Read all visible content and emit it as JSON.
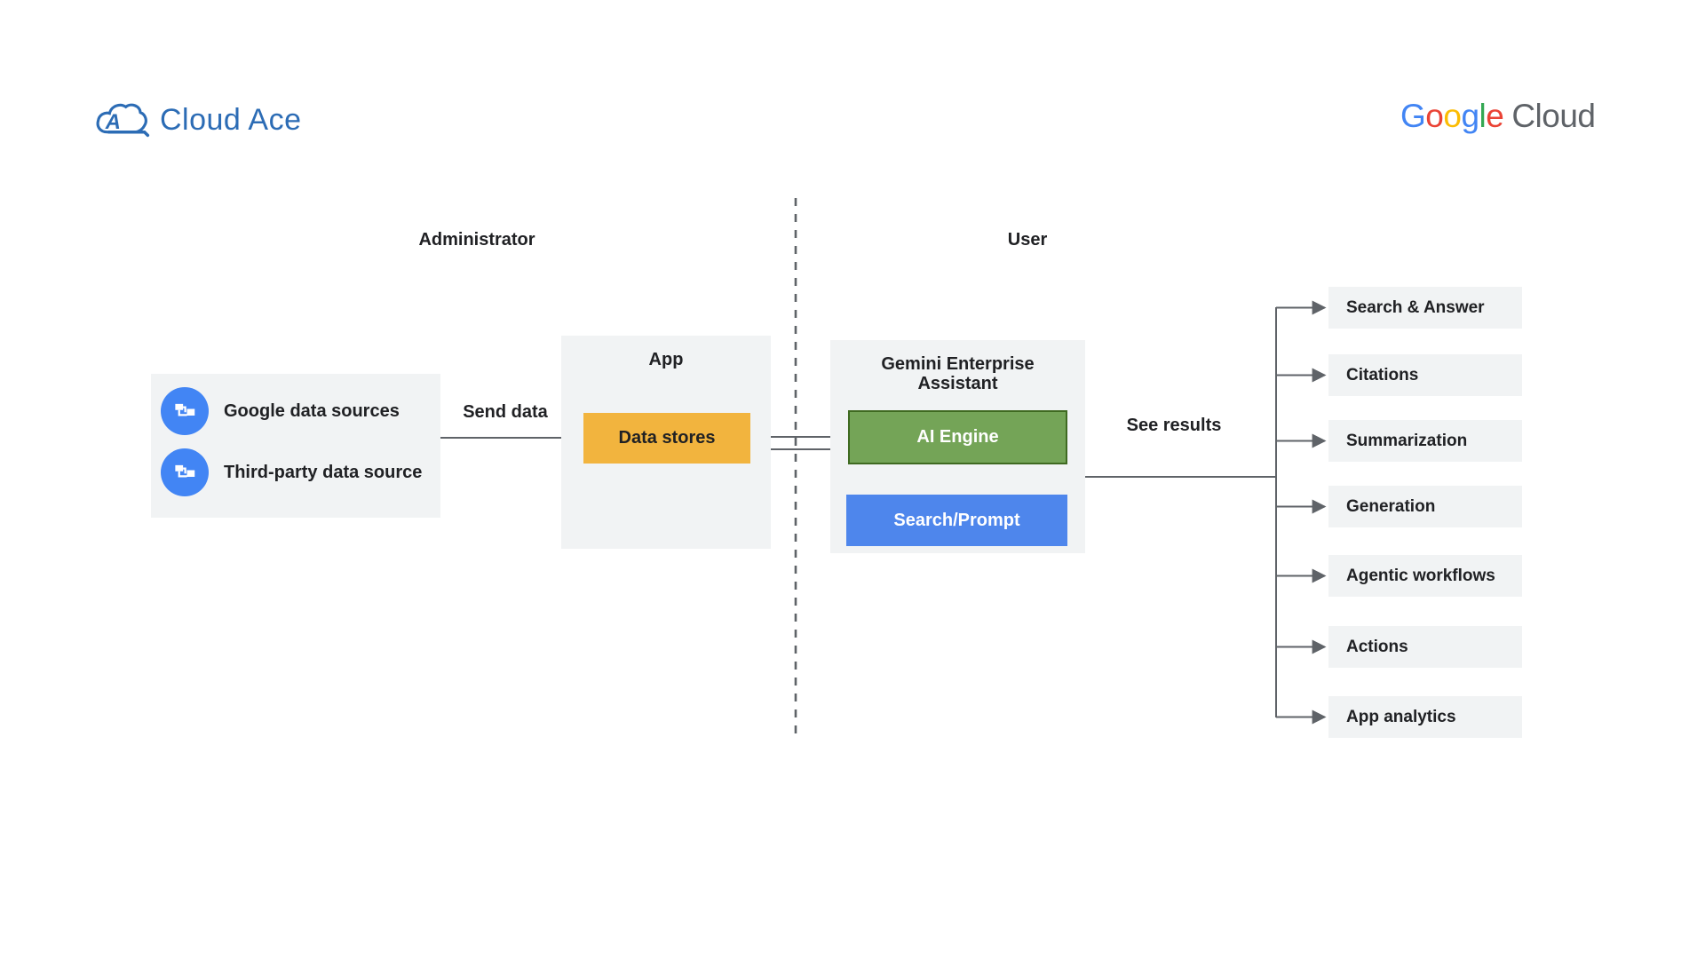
{
  "header": {
    "cloud_ace": "Cloud Ace",
    "google": {
      "letters": [
        {
          "char": "G",
          "color": "#4285F4"
        },
        {
          "char": "o",
          "color": "#EA4335"
        },
        {
          "char": "o",
          "color": "#FBBC04"
        },
        {
          "char": "g",
          "color": "#4285F4"
        },
        {
          "char": "l",
          "color": "#34A853"
        },
        {
          "char": "e",
          "color": "#EA4335"
        }
      ],
      "cloud_word": "Cloud"
    }
  },
  "zones": {
    "administrator": "Administrator",
    "user": "User"
  },
  "sources": {
    "items": [
      {
        "label": "Google data sources",
        "icon": "data-source-icon"
      },
      {
        "label": "Third-party data source",
        "icon": "data-source-icon"
      }
    ]
  },
  "app": {
    "title": "App",
    "data_stores": "Data stores"
  },
  "gemini": {
    "title": "Gemini Enterprise Assistant",
    "ai_engine": "AI Engine",
    "search_prompt": "Search/Prompt"
  },
  "flows": {
    "send_data": "Send data",
    "see_results": "See results"
  },
  "results": {
    "items": [
      "Search & Answer",
      "Citations",
      "Summarization",
      "Generation",
      "Agentic workflows",
      "Actions",
      "App analytics"
    ]
  },
  "colors": {
    "panel_gray": "#F1F3F4",
    "data_stores_yellow": "#F2B43E",
    "ai_engine_green": "#74A457",
    "ai_engine_green_border": "#3F6A21",
    "search_prompt_blue": "#4E86EC",
    "source_circle_blue": "#4285F4",
    "line_gray": "#5F6368",
    "text_dark": "#202124",
    "cloud_ace_blue": "#2C6CB5",
    "google_cloud_gray": "#5F6368"
  }
}
